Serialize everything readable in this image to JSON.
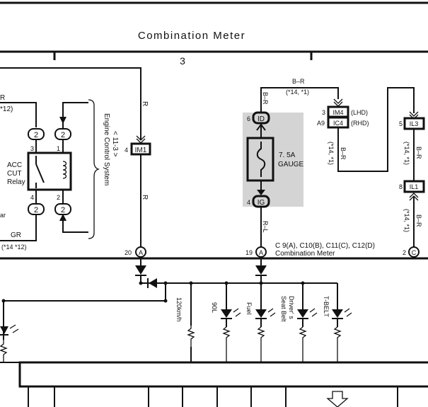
{
  "title": "Combination Meter",
  "section_number": "3",
  "relay": {
    "label_1": "ACC",
    "label_2": "CUT",
    "label_3": "Relay",
    "pin_3": "3",
    "pin_1": "1",
    "pin_4": "4",
    "pin_2b": "2",
    "conn": "2"
  },
  "engine_system": {
    "label": "Engine Control System",
    "ref": "< 11-3 >"
  },
  "wires": {
    "r_left": "R",
    "r_mid1": "R",
    "r_mid2": "R",
    "br_top": "B–R",
    "br_center": "B–R",
    "br_note": "(*14, *1)",
    "br_right1": "B–R",
    "br_right1_note": "(*14, *1)",
    "br_right2": "B–R",
    "br_right2_note": "(*14, *1)",
    "br_right3": "B–R",
    "br_right3_note": "(*14, *1)",
    "rl": "R–L",
    "gr": "GR",
    "gr_note": "(*14 *12)",
    "left_note": "*12)",
    "left_ar": "ar"
  },
  "connectors": {
    "im1": "IM1",
    "im1_pin": "4",
    "id": "ID",
    "id_pin": "6",
    "ig": "IG",
    "ig_pin": "4",
    "im4": "IM4",
    "im4_pin": "3",
    "im4_note": "(LHD)",
    "ic4": "IC4",
    "ic4_pin": "A9",
    "ic4_note": "(RHD)",
    "il3": "IL3",
    "il3_pin": "5",
    "il1": "IL1",
    "il1_pin": "8",
    "a20": "A",
    "a20_pin": "20",
    "a19": "A",
    "a19_pin": "19",
    "c2": "C",
    "c2_pin": "2"
  },
  "fuse": {
    "rating": "7. 5A",
    "name": "GAUGE"
  },
  "combination_meter_conn": {
    "line1": "C 9(A), C10(B), C11(C), C12(D)",
    "line2": "Combination Meter"
  },
  "indicators": {
    "speed": "120km/h",
    "fuel_level": "90L",
    "fuel": "Fuel",
    "seat_belt_1": "Driver' s",
    "seat_belt_2": "Seat Belt",
    "tbelt": "T-BELT"
  }
}
